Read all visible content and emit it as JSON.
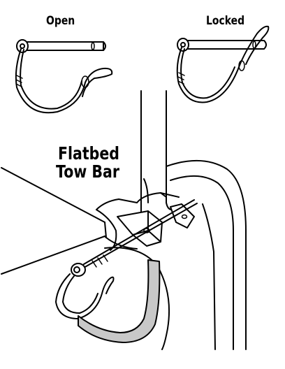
{
  "labels": {
    "open": "Open",
    "locked": "Locked",
    "tow_bar_line1": "Flatbed",
    "tow_bar_line2": "Tow Bar"
  },
  "colors": {
    "ink": "#000000",
    "background": "#ffffff",
    "strap": "#c8c8c8"
  }
}
